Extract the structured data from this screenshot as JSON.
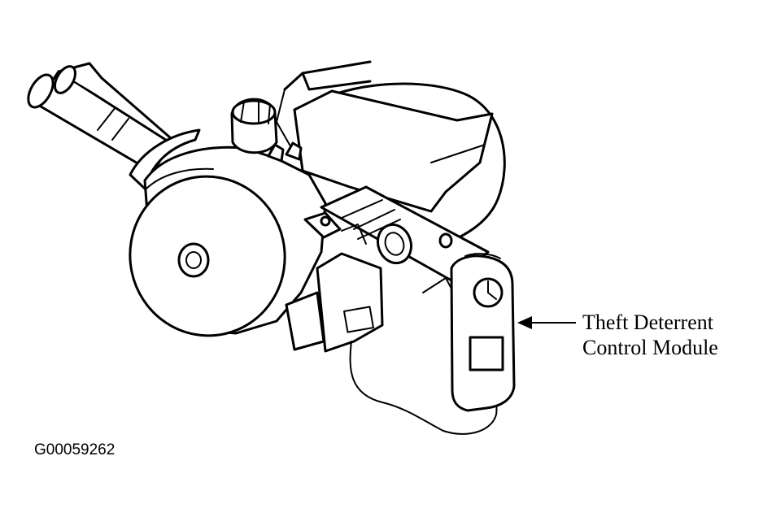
{
  "diagram": {
    "callout": {
      "line1": "Theft Deterrent",
      "line2": "Control Module"
    },
    "figure_id": "G00059262"
  }
}
